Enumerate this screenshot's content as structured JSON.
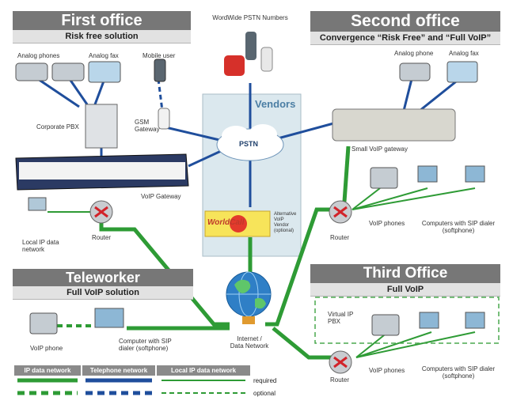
{
  "first_office": {
    "title": "First office",
    "subtitle": "Risk free solution",
    "labels": {
      "analog_phones": "Analog phones",
      "analog_fax": "Analog fax",
      "mobile_user": "Mobile user",
      "corporate_pbx": "Corporate PBX",
      "gsm_gateway": "GSM\nGateway",
      "voip_gateway": "VoIP Gateway",
      "local_ip": "Local IP data\nnetwork",
      "router": "Router"
    }
  },
  "second_office": {
    "title": "Second office",
    "subtitle": "Convergence “Risk Free” and “Full VoIP”",
    "labels": {
      "analog_phone": "Analog phone",
      "analog_fax": "Analog fax",
      "small_voip_gateway": "Small VoIP gateway",
      "voip_phones": "VoIP phones",
      "computers_sip": "Computers with SIP dialer\n(softphone)",
      "router": "Router"
    }
  },
  "teleworker": {
    "title": "Teleworker",
    "subtitle": "Full VoIP solution",
    "labels": {
      "voip_phone": "VoIP phone",
      "computer_sip": "Computer with SIP\ndialer (softphone)"
    }
  },
  "third_office": {
    "title": "Third Office",
    "subtitle": "Full VoIP",
    "labels": {
      "virtual_pbx": "Virtual IP\nPBX",
      "voip_phones": "VoIP phones",
      "computers_sip": "Computers with SIP dialer\n(softphone)",
      "router": "Router"
    }
  },
  "center": {
    "pstn_numbers": "WordWide PSTN Numbers",
    "vendors": "Vendors",
    "pstn": "PSTN",
    "worldcall_logo": "WorldCall",
    "alt_vendor": "Alternative\nVoIP\nVendor\n(optional)",
    "internet": "Internet /\nData Network"
  },
  "legend": {
    "headers": [
      "IP data network",
      "Telephone network",
      "Local IP data network"
    ],
    "rows": [
      "required",
      "optional"
    ],
    "colors": {
      "ip": "#2e9b35",
      "telephone": "#1f4e9c",
      "local_ip": "#2e9b35"
    }
  }
}
